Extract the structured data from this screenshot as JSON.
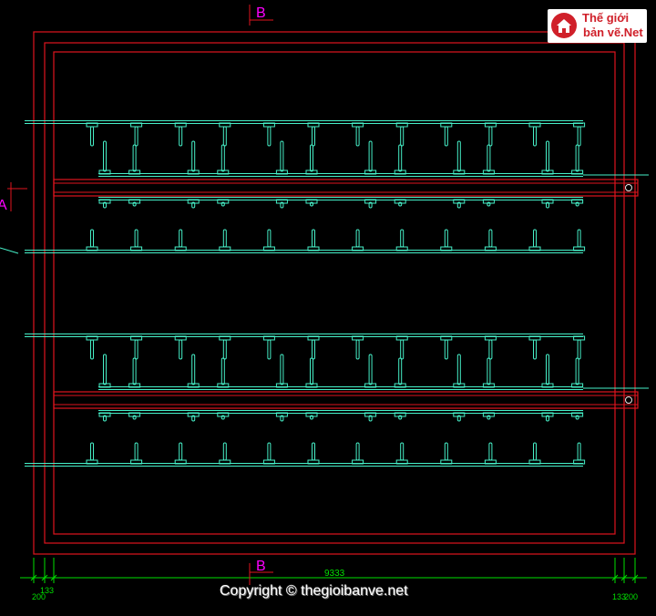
{
  "section_marks": {
    "b_top": "B",
    "b_bottom": "B",
    "a_left": "A"
  },
  "dimensions": {
    "overall": "9333",
    "left_outer": "200",
    "left_inner": "133",
    "right_inner": "133",
    "right_outer": "200"
  },
  "watermark": {
    "logo_line1": "Thế giới",
    "logo_line2": "bản vẽ.Net",
    "copyright": "Copyright © thegioibanve.net"
  },
  "colors": {
    "background": "#000000",
    "frame": "#e0141e",
    "coil": "#46f0c8",
    "section": "#ff00ff",
    "dimension": "#00e000"
  }
}
